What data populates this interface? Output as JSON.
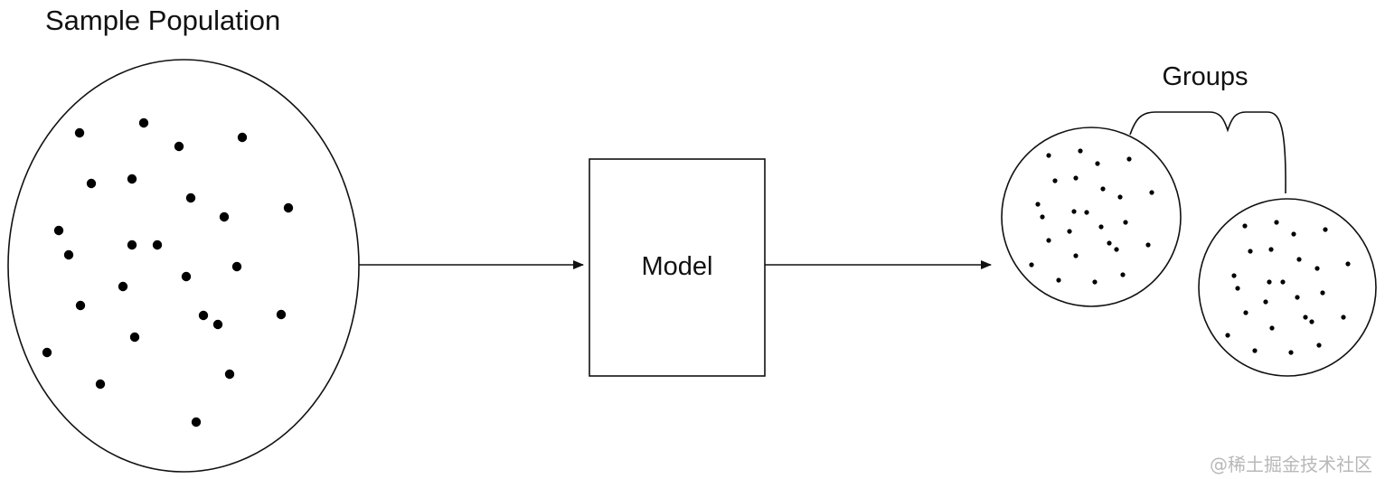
{
  "diagram": {
    "population_label": "Sample Population",
    "model_label": "Model",
    "groups_label": "Groups",
    "watermark": "@稀土掘金技术社区"
  },
  "colors": {
    "ink": "#111111",
    "dot": "#000000",
    "background": "#ffffff",
    "watermark": "#b8b8b8"
  }
}
